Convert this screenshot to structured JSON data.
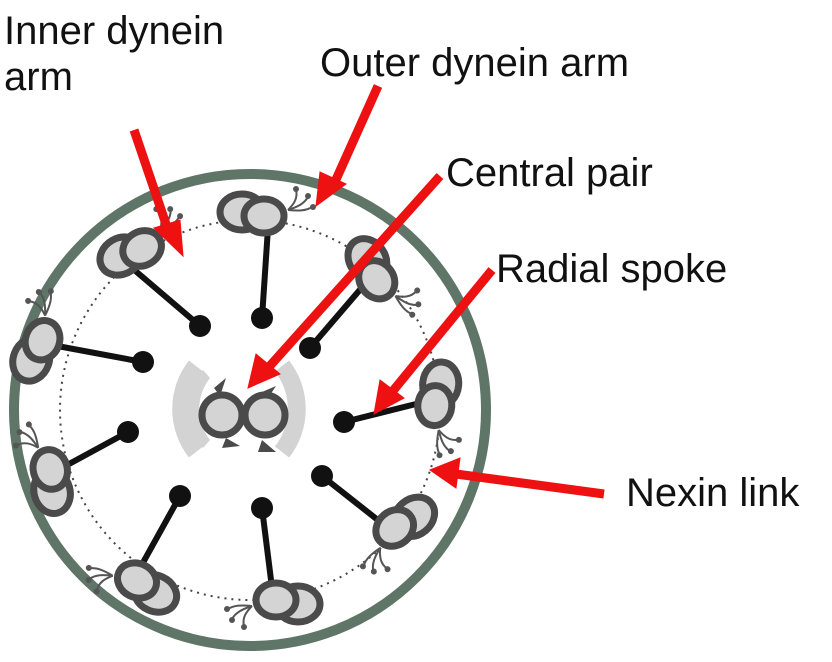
{
  "labels": {
    "inner_dynein_arm": "Inner dynein arm",
    "outer_dynein_arm": "Outer dynein arm",
    "central_pair": "Central pair",
    "radial_spoke": "Radial spoke",
    "nexin_link": "Nexin link"
  },
  "colors": {
    "membrane": "#5e7568",
    "doublet": "#4a4a4a",
    "doublet_fill": "#d4d4d4",
    "spoke": "#111111",
    "arrow": "#ee1111",
    "sheath": "#d3d3d3",
    "nexin": "#444444"
  },
  "structure": {
    "outer_doublets": 9,
    "central_microtubules": 2
  }
}
